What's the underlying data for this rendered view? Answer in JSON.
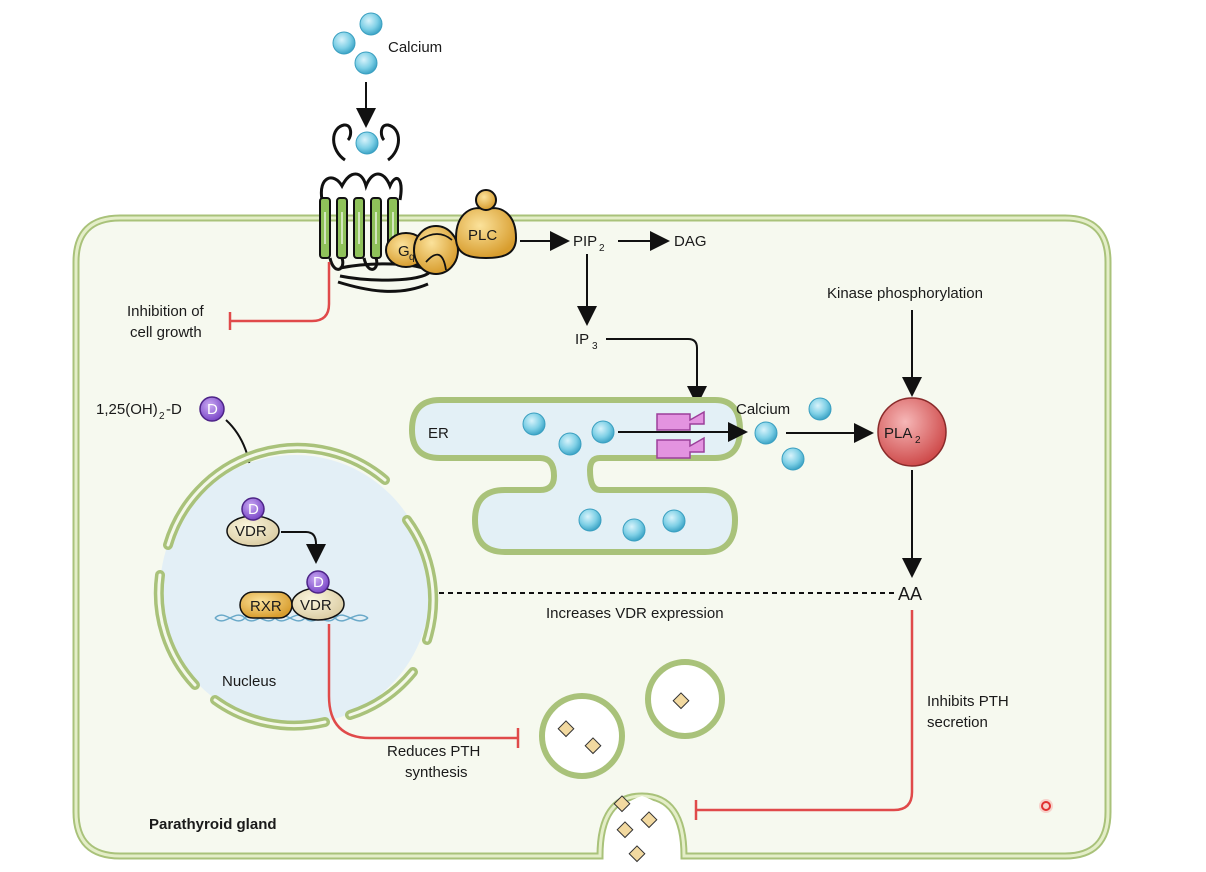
{
  "title": "Parathyroid gland",
  "labels": {
    "calcium_top": "Calcium",
    "plc": "PLC",
    "gq_g": "G",
    "gq_q": "q",
    "pip_main": "PIP",
    "pip_sub": "2",
    "dag": "DAG",
    "ip_main": "IP",
    "ip_sub": "3",
    "inhibition_line1": "Inhibition of",
    "inhibition_line2": "cell growth",
    "kinase": "Kinase phosphorylation",
    "vitd_main": "1,25(OH)",
    "vitd_sub": "2",
    "vitd_end": "-D",
    "d_letter": "D",
    "er": "ER",
    "calcium_mid": "Calcium",
    "pla_main": "PLA",
    "pla_sub": "2",
    "vdr": "VDR",
    "rxr": "RXR",
    "aa": "AA",
    "increases_vdr": "Increases VDR expression",
    "nucleus": "Nucleus",
    "reduces_line1": "Reduces PTH",
    "reduces_line2": "synthesis",
    "inhibits_line1": "Inhibits PTH",
    "inhibits_line2": "secretion"
  },
  "colors": {
    "membrane": "#c5d89a",
    "membrane_dark": "#8fae5a",
    "cytoplasm": "#f4f8ea",
    "calcium": "#7fd0e6",
    "er_fill": "#e4f1f6",
    "nucleus_fill": "#e6f1f7",
    "inhibit_red": "#e04a4a",
    "plc_gold": "#e8b84a",
    "vitd_purple": "#8c5bd1",
    "pla_red": "#d95a5a",
    "channel_pink": "#d67ad8"
  }
}
